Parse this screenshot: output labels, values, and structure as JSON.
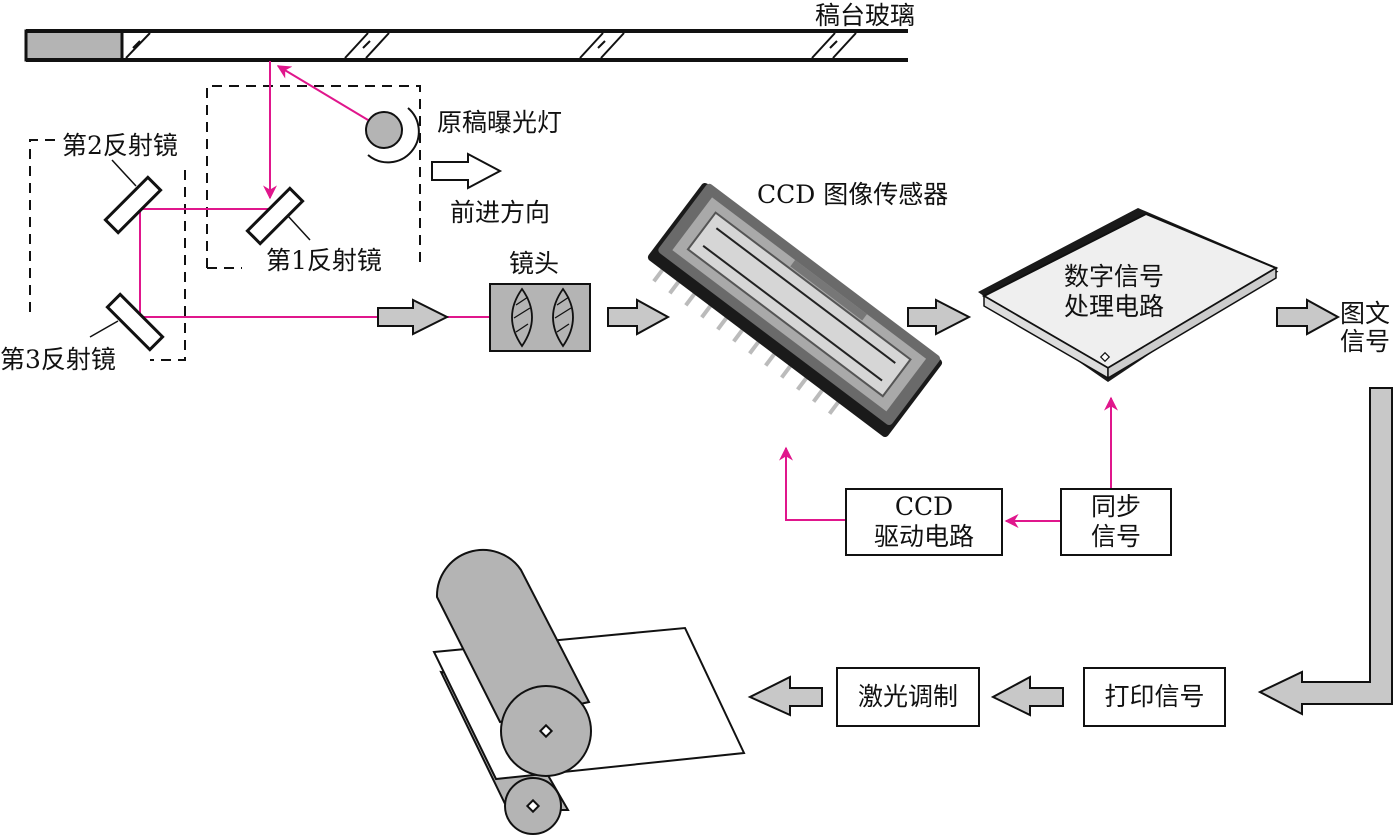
{
  "title": "CCD scanner / laser copier signal flow",
  "colors": {
    "light_beam": "#e0168c",
    "arrow_fill": "#c8c8c8",
    "component_fill": "#b4b4b4",
    "line": "#111111"
  },
  "labels": {
    "platen_glass": "稿台玻璃",
    "exposure_lamp": "原稿曝光灯",
    "forward_direction": "前进方向",
    "mirror1": "第1反射镜",
    "mirror2": "第2反射镜",
    "mirror3": "第3反射镜",
    "lens": "镜头",
    "ccd_sensor": "CCD 图像传感器",
    "dsp_line1": "数字信号",
    "dsp_line2": "处理电路",
    "image_signal_line1": "图文",
    "image_signal_line2": "信号"
  },
  "boxes": {
    "ccd_driver_line1": "CCD",
    "ccd_driver_line2": "驱动电路",
    "sync_line1": "同步",
    "sync_line2": "信号",
    "print_signal": "打印信号",
    "laser_modulation": "激光调制"
  }
}
